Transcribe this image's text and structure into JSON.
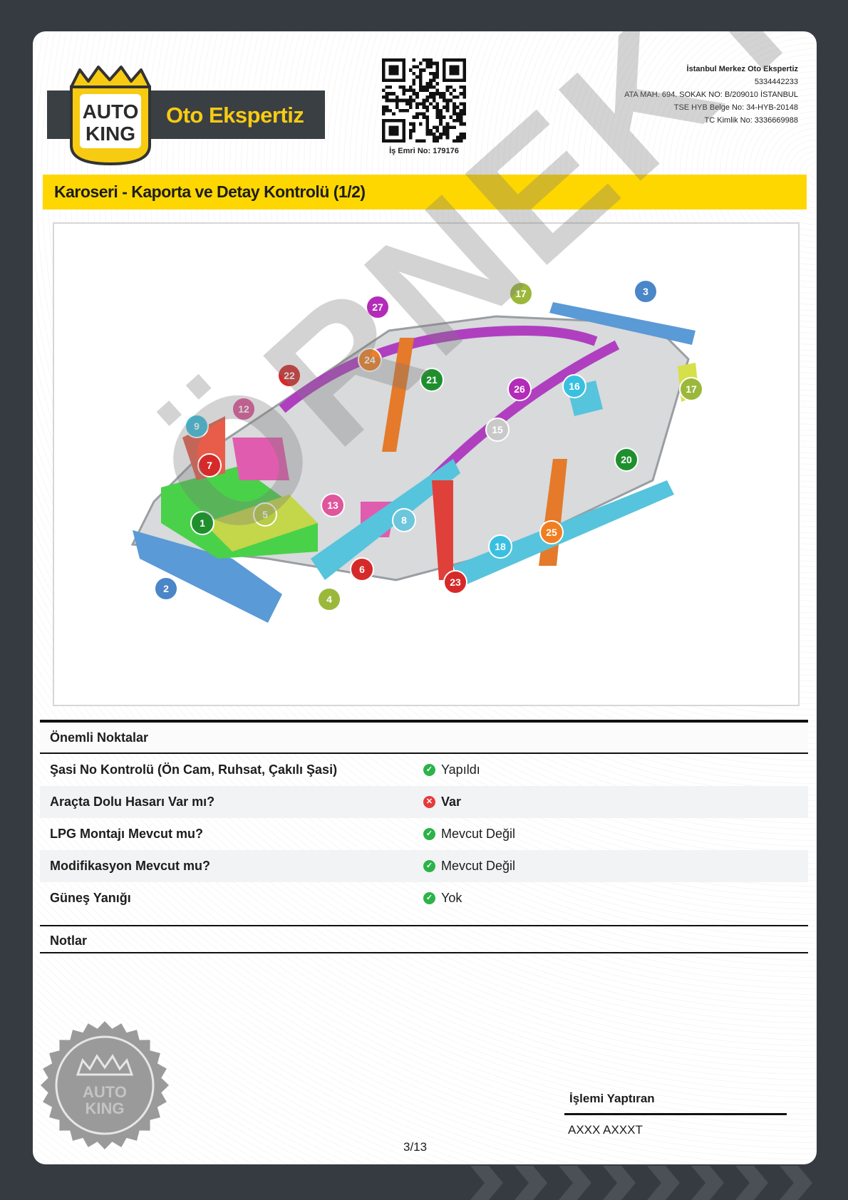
{
  "brand": {
    "logo_line1": "AUTO",
    "logo_line2": "KING",
    "name": "Oto Ekspertiz",
    "seal_line1": "AUTO",
    "seal_line2": "KING"
  },
  "qr": {
    "caption": "İş Emri No: 179176"
  },
  "company": {
    "name": "İstanbul Merkez Oto Ekspertiz",
    "phone": "5334442233",
    "address": "ATA MAH. 694. SOKAK NO: B/209010 İSTANBUL",
    "tse": "TSE HYB Belge No: 34-HYB-20148",
    "tc": "TC Kimlik No: 3336669988"
  },
  "section_title": "Karoseri - Kaporta ve Detay Kontrolü (1/2)",
  "diagram": {
    "markers": [
      {
        "n": "1",
        "color": "#1f8f2e"
      },
      {
        "n": "2",
        "color": "#4a86c8"
      },
      {
        "n": "3",
        "color": "#4a86c8"
      },
      {
        "n": "4",
        "color": "#9bb83a"
      },
      {
        "n": "5",
        "color": "#b6cc45"
      },
      {
        "n": "6",
        "color": "#d62a2a"
      },
      {
        "n": "7",
        "color": "#d62a2a"
      },
      {
        "n": "8",
        "color": "#6cc6dc"
      },
      {
        "n": "9",
        "color": "#39c0e0"
      },
      {
        "n": "12",
        "color": "#e0559c"
      },
      {
        "n": "13",
        "color": "#e0559c"
      },
      {
        "n": "15",
        "color": "#c9c9c9"
      },
      {
        "n": "16",
        "color": "#39c0e0"
      },
      {
        "n": "17",
        "color": "#9bb83a"
      },
      {
        "n": "17",
        "color": "#9bb83a"
      },
      {
        "n": "18",
        "color": "#39c0e0"
      },
      {
        "n": "20",
        "color": "#1f8f2e"
      },
      {
        "n": "21",
        "color": "#1f8f2e"
      },
      {
        "n": "22",
        "color": "#d62a2a"
      },
      {
        "n": "23",
        "color": "#d62a2a"
      },
      {
        "n": "24",
        "color": "#f07f22"
      },
      {
        "n": "25",
        "color": "#f07f22"
      },
      {
        "n": "26",
        "color": "#b32bb8"
      },
      {
        "n": "27",
        "color": "#b32bb8"
      }
    ]
  },
  "watermark": "ÖRNEKTİR",
  "table": {
    "header": "Önemli Noktalar",
    "rows": [
      {
        "question": "Şasi No Kontrolü (Ön Cam, Ruhsat, Çakılı Şasi)",
        "answer": "Yapıldı",
        "status": "ok"
      },
      {
        "question": "Araçta Dolu Hasarı Var mı?",
        "answer": "Var",
        "status": "error"
      },
      {
        "question": "LPG Montajı Mevcut mu?",
        "answer": "Mevcut Değil",
        "status": "ok"
      },
      {
        "question": "Modifikasyon Mevcut mu?",
        "answer": "Mevcut Değil",
        "status": "ok"
      },
      {
        "question": "Güneş Yanığı",
        "answer": "Yok",
        "status": "ok"
      }
    ]
  },
  "notes_header": "Notlar",
  "signer": {
    "label": "İşlemi Yaptıran",
    "name": "AXXX AXXXT"
  },
  "page_number": "3/13",
  "colors": {
    "accent": "#fed700",
    "background": "#353b40",
    "ok": "#2cb34a",
    "error": "#e53b3b"
  }
}
